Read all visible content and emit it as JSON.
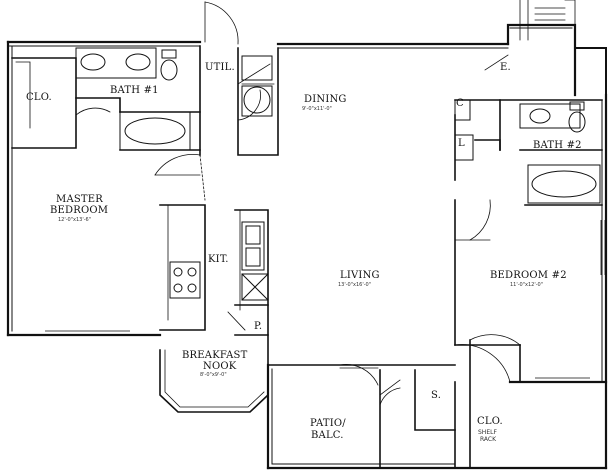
{
  "rooms": {
    "closet_master": "CLO.",
    "bath1": "BATH #1",
    "util": "UTIL.",
    "dining": "DINING",
    "dining_dim": "9'-0\"x11'-0\"",
    "e": "E.",
    "c": "C",
    "l": "L",
    "bath2": "BATH #2",
    "master_line1": "MASTER",
    "master_line2": "BEDROOM",
    "master_dim": "12'-0\"x13'-6\"",
    "kit": "KIT.",
    "p": "P.",
    "living": "LIVING",
    "living_dim": "13'-0\"x16'-0\"",
    "bedroom2": "BEDROOM #2",
    "bedroom2_dim": "11'-0\"x12'-0\"",
    "nook_line1": "BREAKFAST",
    "nook_line2": "NOOK",
    "nook_dim": "8'-0\"x9'-0\"",
    "patio_line1": "PATIO/",
    "patio_line2": "BALC.",
    "s": "S.",
    "closet_b2": "CLO.",
    "shelf_line1": "SHELF",
    "shelf_line2": "RACK"
  }
}
